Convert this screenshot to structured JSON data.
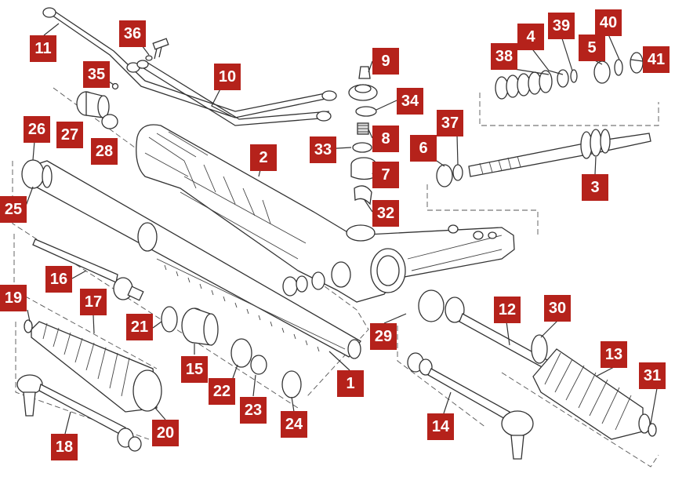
{
  "diagram": {
    "type": "exploded-parts-diagram",
    "label_color": "#b5221b",
    "callouts": [
      "1",
      "2",
      "3",
      "4",
      "5",
      "6",
      "7",
      "8",
      "9",
      "10",
      "11",
      "12",
      "13",
      "14",
      "15",
      "16",
      "17",
      "18",
      "19",
      "20",
      "21",
      "22",
      "23",
      "24",
      "25",
      "26",
      "27",
      "28",
      "29",
      "30",
      "31",
      "32",
      "33",
      "34",
      "35",
      "36",
      "37",
      "38",
      "39",
      "40",
      "41"
    ]
  }
}
